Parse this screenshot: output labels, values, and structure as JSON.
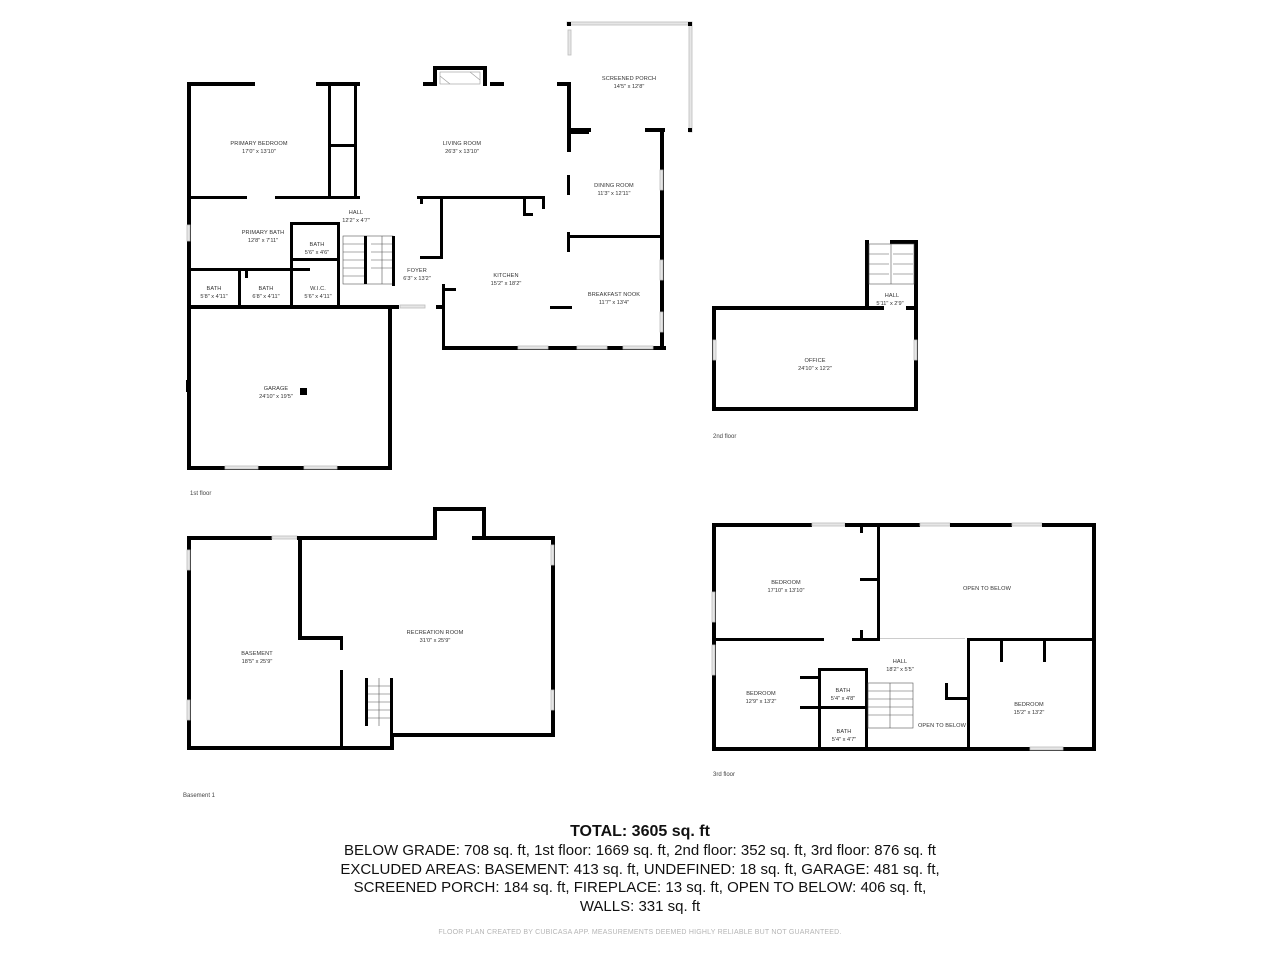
{
  "floors": {
    "first": {
      "label": "1st floor",
      "rooms": {
        "primary_bedroom": {
          "name": "PRIMARY BEDROOM",
          "dim": "17'0\" x 13'10\""
        },
        "living_room": {
          "name": "LIVING ROOM",
          "dim": "26'3\" x 13'10\""
        },
        "screened_porch": {
          "name": "SCREENED PORCH",
          "dim": "14'5\" x 12'8\""
        },
        "dining_room": {
          "name": "DINING ROOM",
          "dim": "11'3\" x 12'11\""
        },
        "hall": {
          "name": "HALL",
          "dim": "12'2\" x 4'7\""
        },
        "primary_bath": {
          "name": "PRIMARY BATH",
          "dim": "12'8\" x 7'11\""
        },
        "bath_small": {
          "name": "BATH",
          "dim": "5'6\" x 4'6\""
        },
        "foyer": {
          "name": "FOYER",
          "dim": "6'3\" x 13'2\""
        },
        "kitchen": {
          "name": "KITCHEN",
          "dim": "15'2\" x 18'2\""
        },
        "breakfast_nook": {
          "name": "BREAKFAST NOOK",
          "dim": "11'7\" x 13'4\""
        },
        "bath_1": {
          "name": "BATH",
          "dim": "5'8\" x 4'11\""
        },
        "bath_2": {
          "name": "BATH",
          "dim": "6'8\" x 4'11\""
        },
        "wic": {
          "name": "W.I.C.",
          "dim": "5'6\" x 4'11\""
        },
        "garage": {
          "name": "GARAGE",
          "dim": "24'10\" x 19'5\""
        }
      }
    },
    "second": {
      "label": "2nd floor",
      "rooms": {
        "hall": {
          "name": "HALL",
          "dim": "5'11\" x 2'9\""
        },
        "office": {
          "name": "OFFICE",
          "dim": "24'10\" x 12'2\""
        }
      }
    },
    "basement": {
      "label": "Basement 1",
      "rooms": {
        "basement": {
          "name": "BASEMENT",
          "dim": "18'5\" x 25'9\""
        },
        "recreation_room": {
          "name": "RECREATION ROOM",
          "dim": "31'0\" x 25'9\""
        }
      }
    },
    "third": {
      "label": "3rd floor",
      "rooms": {
        "bedroom_1": {
          "name": "BEDROOM",
          "dim": "17'10\" x 13'10\""
        },
        "open_to_below_1": {
          "name": "OPEN TO BELOW",
          "dim": ""
        },
        "hall": {
          "name": "HALL",
          "dim": "18'2\" x 5'5\""
        },
        "bedroom_2": {
          "name": "BEDROOM",
          "dim": "12'9\" x 13'2\""
        },
        "bath_1": {
          "name": "BATH",
          "dim": "5'4\" x 4'8\""
        },
        "bath_2": {
          "name": "BATH",
          "dim": "5'4\" x 4'7\""
        },
        "open_to_below_2": {
          "name": "OPEN TO BELOW",
          "dim": ""
        },
        "bedroom_3": {
          "name": "BEDROOM",
          "dim": "15'2\" x 13'2\""
        }
      }
    }
  },
  "summary": {
    "total": "TOTAL: 3605 sq. ft",
    "lines": [
      "BELOW GRADE: 708 sq. ft, 1st floor: 1669 sq. ft, 2nd floor: 352 sq. ft, 3rd floor: 876 sq. ft",
      "EXCLUDED AREAS: BASEMENT: 413 sq. ft, UNDEFINED: 18 sq. ft, GARAGE: 481 sq. ft,",
      "SCREENED PORCH: 184 sq. ft, FIREPLACE: 13 sq. ft, OPEN TO BELOW: 406 sq. ft,",
      "WALLS: 331 sq. ft"
    ]
  },
  "disclaimer": "FLOOR PLAN CREATED BY CUBICASA APP. MEASUREMENTS DEEMED HIGHLY RELIABLE BUT NOT GUARANTEED.",
  "colors": {
    "wall": "#000000",
    "text": "#333333",
    "window": "#e6e6e6",
    "disclaimer": "#b5b5b5"
  }
}
